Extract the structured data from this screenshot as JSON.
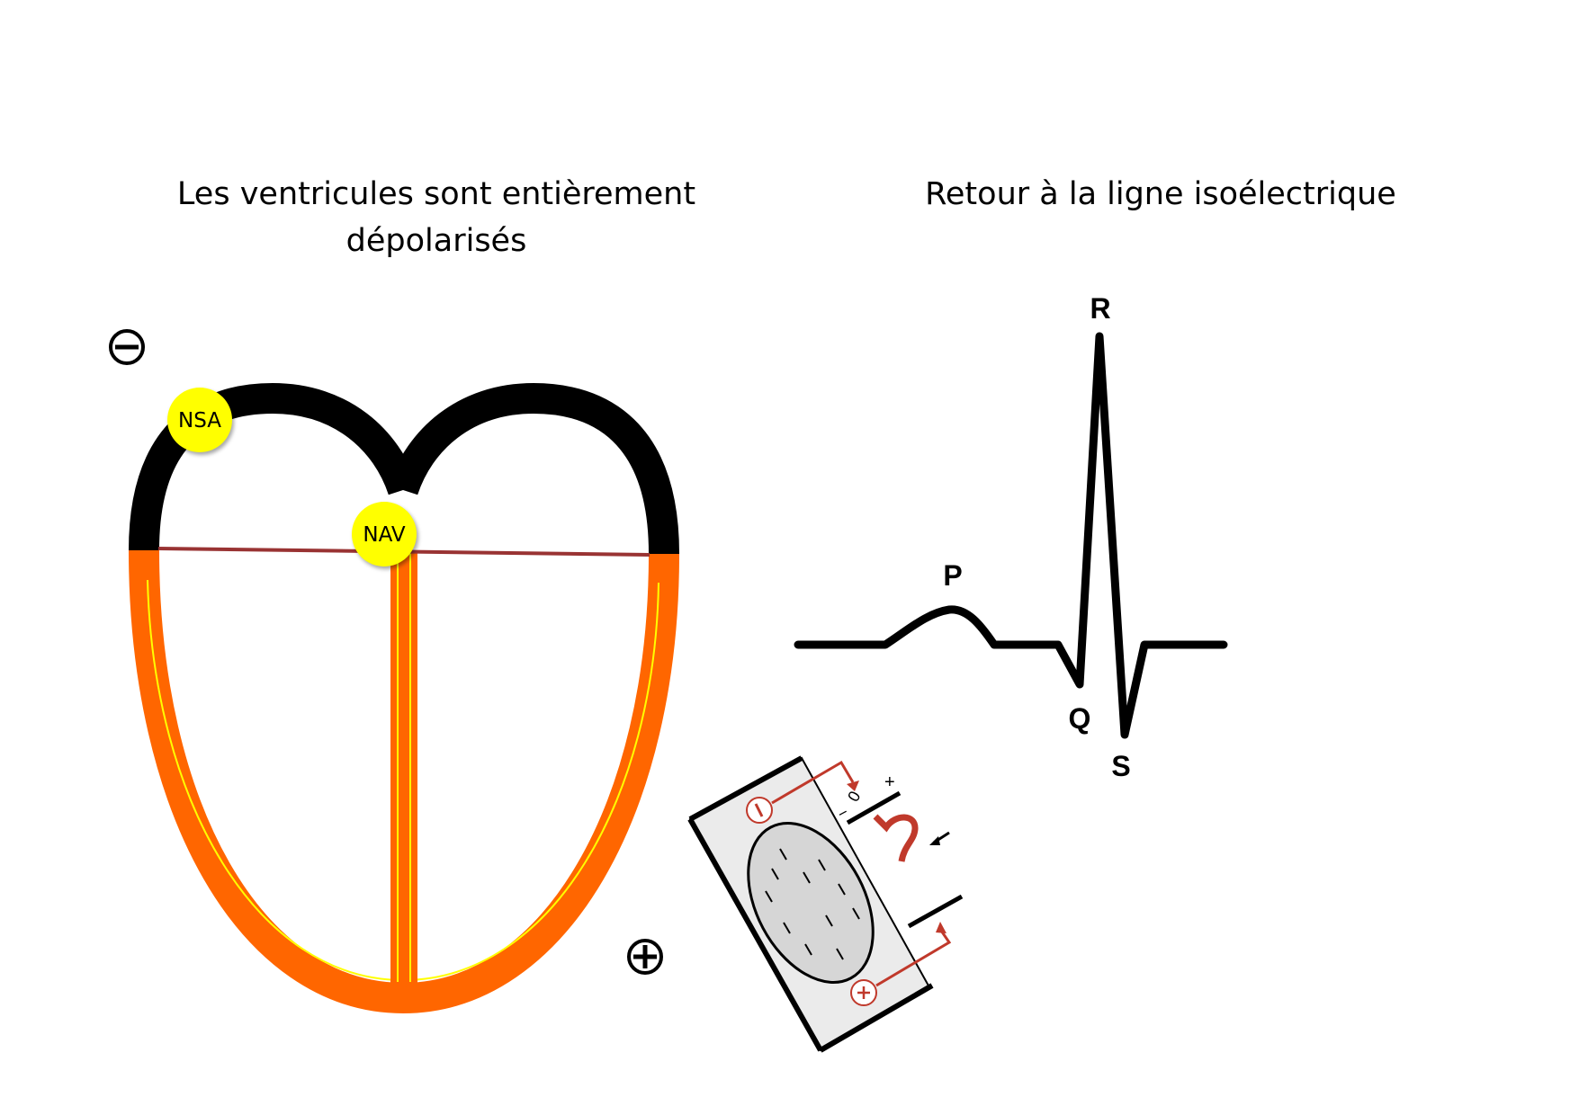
{
  "titles": {
    "left_line1": "Les ventricules sont entièrement",
    "left_line2": "dépolarisés",
    "right": "Retour à la ligne isoélectrique"
  },
  "heart": {
    "nodes": [
      {
        "id": "NSA",
        "label": "NSA",
        "color": "#ffff00"
      },
      {
        "id": "NAV",
        "label": "NAV",
        "color": "#ffff00"
      }
    ],
    "colors": {
      "atria_wall": "#000000",
      "ventricle_wall_depolarized": "#ff6600",
      "conduction_fibers": "#ffff00",
      "av_boundary": "#993333"
    }
  },
  "electrodes": {
    "negative_symbol": "⊖",
    "positive_symbol": "⊕"
  },
  "ecg": {
    "waves": [
      "P",
      "Q",
      "R",
      "S"
    ],
    "labels": {
      "p": "P",
      "q": "Q",
      "r": "R",
      "s": "S"
    }
  },
  "cell_diagram": {
    "negative_electrode": "−",
    "positive_electrode": "+",
    "scale_minus": "−",
    "scale_zero": "0",
    "scale_plus": "+",
    "accent_color": "#c0392b"
  }
}
